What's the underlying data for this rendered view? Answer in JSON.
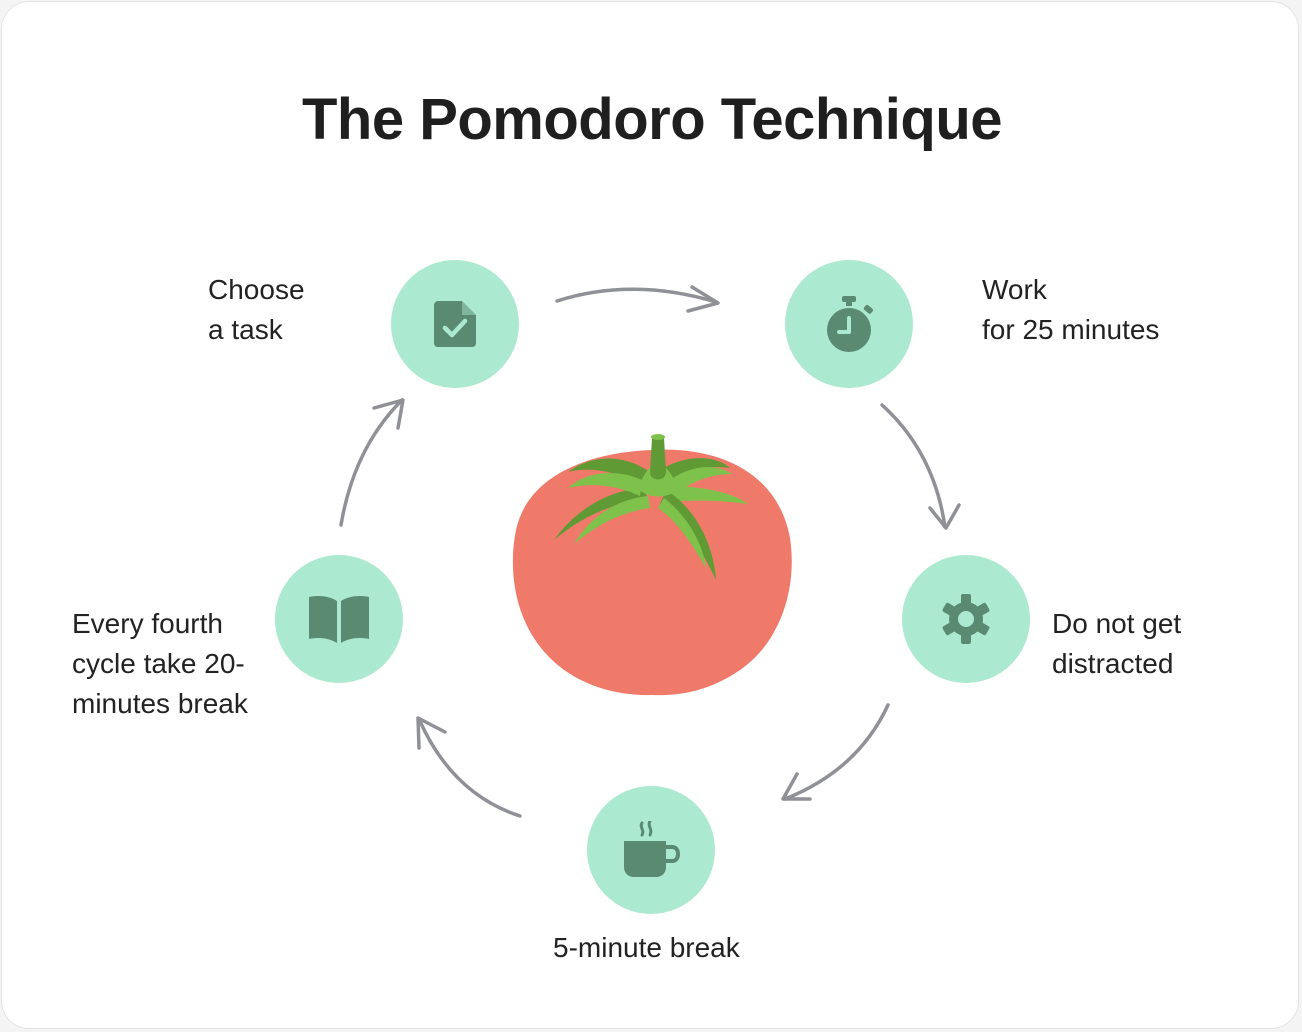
{
  "title": "The Pomodoro Technique",
  "colors": {
    "circle_fill": "#abe9d1",
    "icon_fill": "#5b8a72",
    "arrow": "#8f9196",
    "tomato_body": "#f07a6a",
    "leaf_light": "#7ec24b",
    "leaf_dark": "#5f9a35",
    "title_text": "#1f1f1f",
    "label_text": "#222222"
  },
  "steps": [
    {
      "icon": "task-check-icon",
      "label": "Choose\na task"
    },
    {
      "icon": "stopwatch-icon",
      "label": "Work\nfor 25 minutes"
    },
    {
      "icon": "gear-icon",
      "label": "Do not get\ndistracted"
    },
    {
      "icon": "coffee-cup-icon",
      "label": "5-minute break"
    },
    {
      "icon": "open-book-icon",
      "label": "Every fourth\ncycle take 20-\nminutes break"
    }
  ],
  "center_image": "tomato"
}
